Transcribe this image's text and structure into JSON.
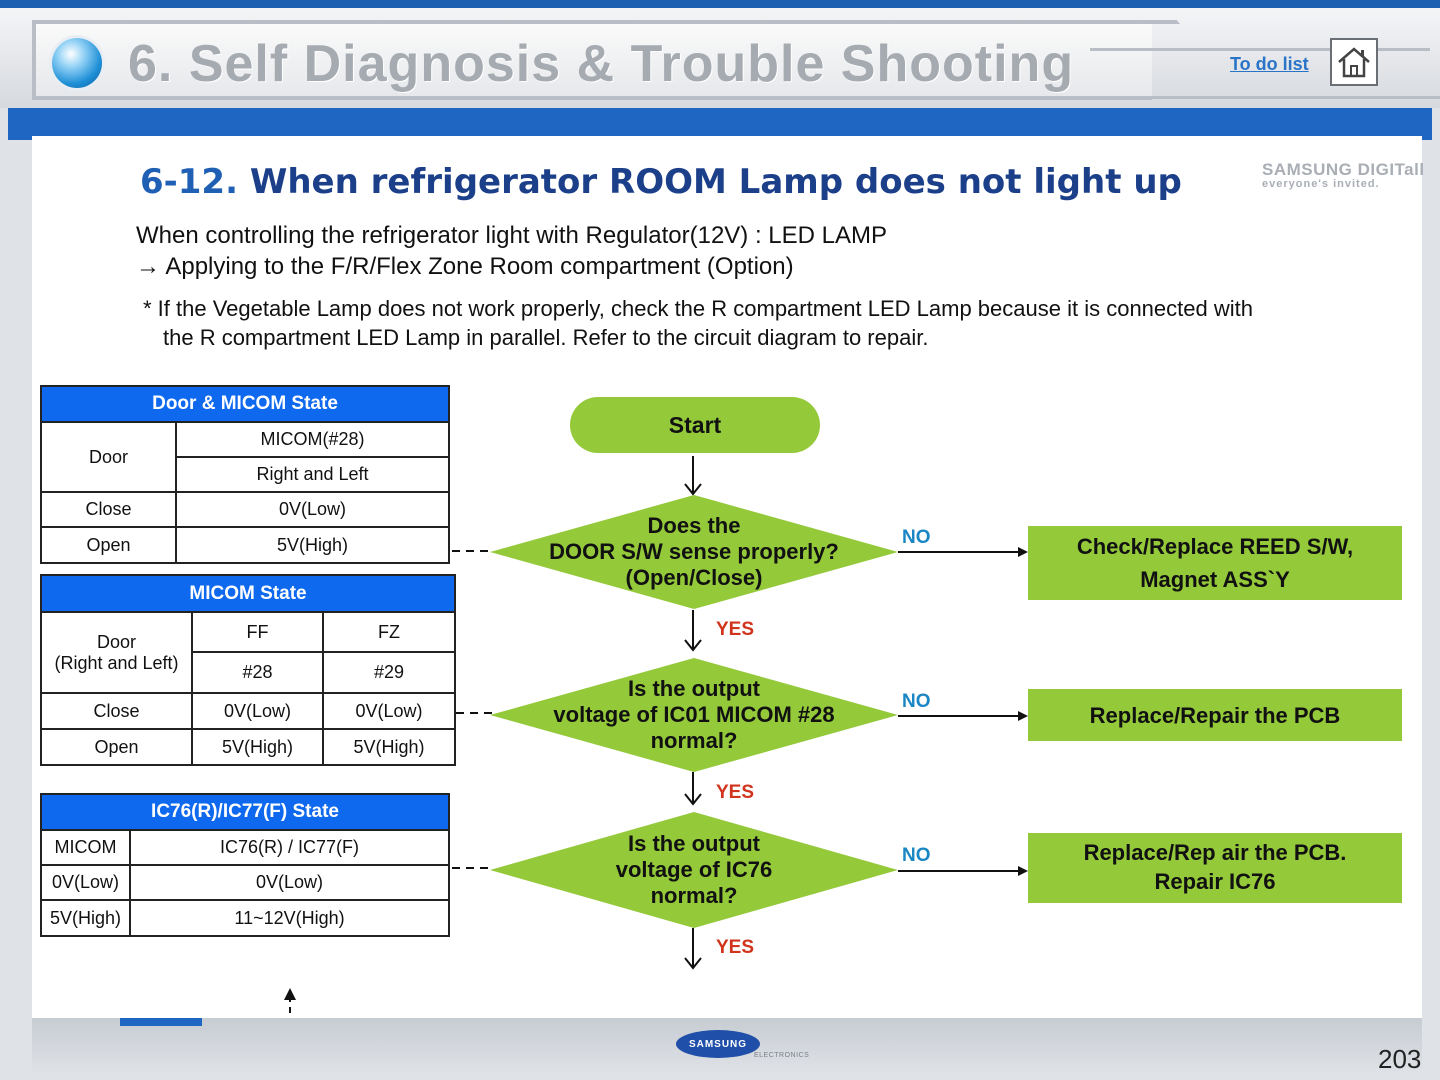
{
  "header": {
    "title": "6. Self Diagnosis & Trouble Shooting",
    "todo_label": "To do list"
  },
  "section": {
    "number": "6-12.",
    "title": "When refrigerator ROOM Lamp does not light up"
  },
  "brand": {
    "logo_text": "SAMSUNG DIGITall",
    "logo_tagline": "everyone's invited."
  },
  "intro": {
    "line1": "When controlling the refrigerator light with Regulator(12V) : LED LAMP",
    "line2": "→ Applying to the F/R/Flex Zone Room compartment (Option)",
    "note1": "* If the Vegetable Lamp does not work properly, check the R compartment LED Lamp because it is connected with",
    "note2": "the R compartment LED Lamp in parallel. Refer to the circuit diagram to repair."
  },
  "table1": {
    "title": "Door & MICOM State",
    "door": "Door",
    "micom": "MICOM(#28)",
    "right_left": "Right and Left",
    "rows": [
      {
        "state": "Close",
        "value": "0V(Low)"
      },
      {
        "state": "Open",
        "value": "5V(High)"
      }
    ]
  },
  "table2": {
    "title": "MICOM State",
    "door_line1": "Door",
    "door_line2": "(Right and Left)",
    "ff": "FF",
    "fz": "FZ",
    "ff_pin": "#28",
    "fz_pin": "#29",
    "rows": [
      {
        "state": "Close",
        "ff": "0V(Low)",
        "fz": "0V(Low)"
      },
      {
        "state": "Open",
        "ff": "5V(High)",
        "fz": "5V(High)"
      }
    ]
  },
  "table3": {
    "title": "IC76(R)/IC77(F) State",
    "col1": "MICOM",
    "col2": "IC76(R) / IC77(F)",
    "rows": [
      {
        "micom": "0V(Low)",
        "ic": "0V(Low)"
      },
      {
        "micom": "5V(High)",
        "ic": "11~12V(High)"
      }
    ]
  },
  "flow": {
    "start": "Start",
    "q1": {
      "line1": "Does the",
      "line2": "DOOR S/W sense properly?",
      "line3": "(Open/Close)"
    },
    "q2": {
      "line1": "Is the output",
      "line2": "voltage of IC01 MICOM #28",
      "line3": "normal?"
    },
    "q3": {
      "line1": "Is the output",
      "line2": "voltage of IC76",
      "line3": "normal?"
    },
    "a1": {
      "line1": "Check/Replace REED S/W,",
      "line2": "Magnet ASS`Y"
    },
    "a2": {
      "line1": "Replace/Repair the PCB"
    },
    "a3": {
      "line1": "Replace/Rep air the PCB.",
      "line2": "Repair IC76"
    },
    "no_label": "NO",
    "yes_label": "YES"
  },
  "footer": {
    "logo_text": "SAMSUNG",
    "logo_sub": "ELECTRONICS",
    "page_number": "203"
  },
  "colors": {
    "flow_green": "#94c93a",
    "table_header_blue": "#0f69ee",
    "no_label": "#1a86c4",
    "yes_label": "#d0341c",
    "title_blue": "#1c3f8a"
  }
}
